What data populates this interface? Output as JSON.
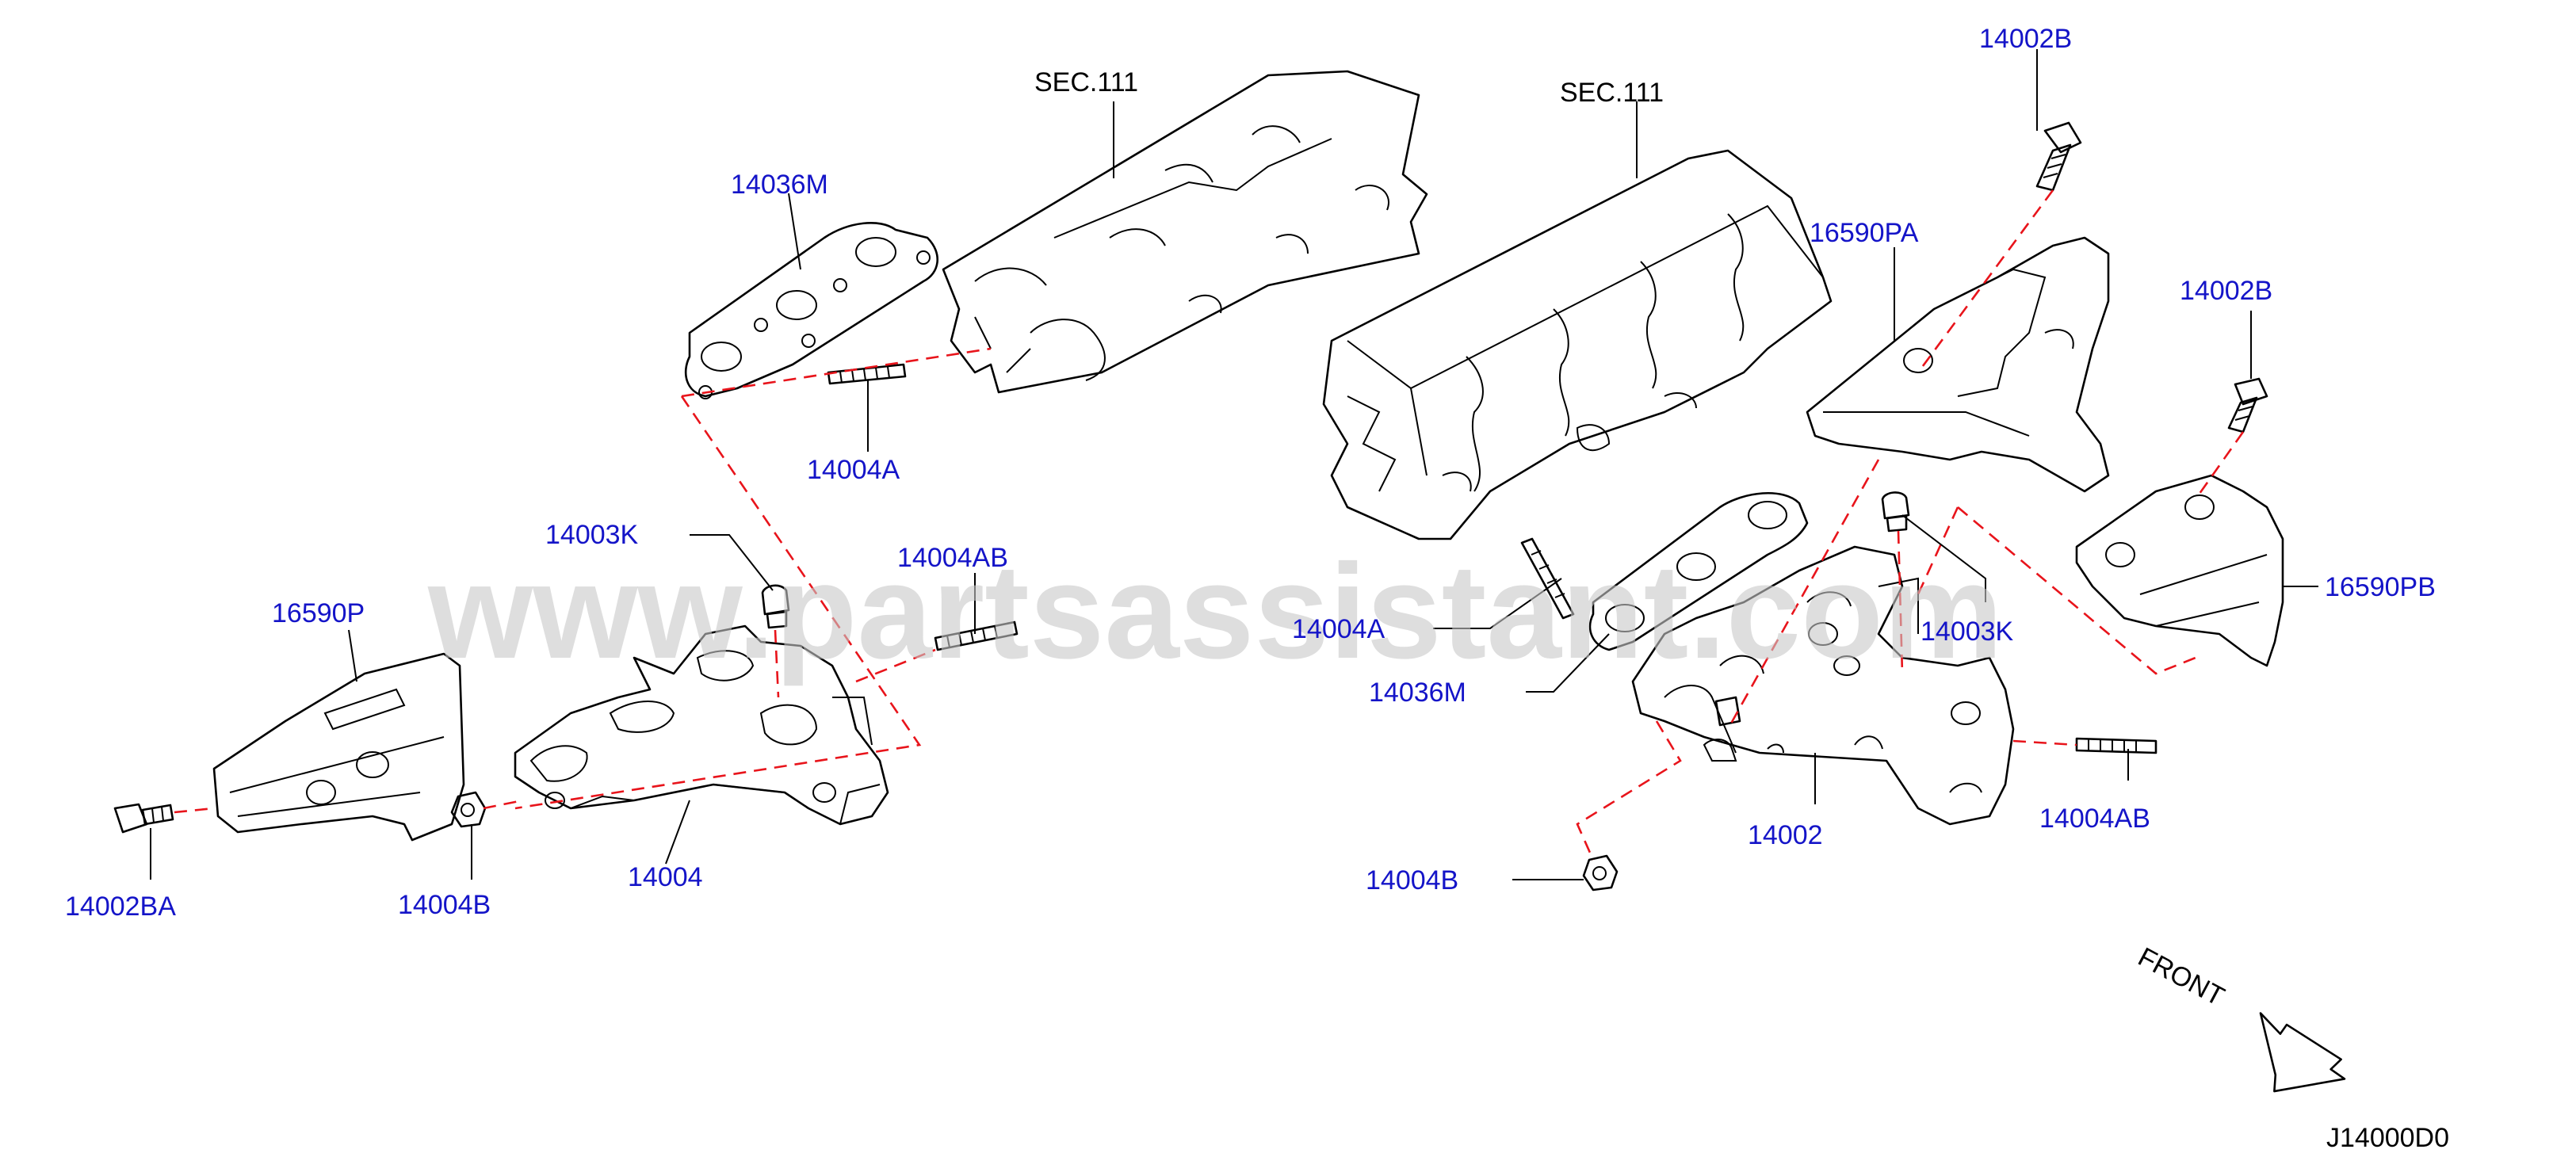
{
  "watermark": "www.partsassistant.com",
  "diagram_code": "J14000D0",
  "direction_label": "FRONT",
  "callouts": {
    "sec111_left": "SEC.111",
    "sec111_right": "SEC.111",
    "p14036M_left": "14036M",
    "p14004A_left": "14004A",
    "p14003K_left": "14003K",
    "p14004AB_left": "14004AB",
    "p16590P": "16590P",
    "p14002BA": "14002BA",
    "p14004B_left": "14004B",
    "p14004": "14004",
    "p14002B_top": "14002B",
    "p16590PA": "16590PA",
    "p14002B_right": "14002B",
    "p16590PB": "16590PB",
    "p14004A_right": "14004A",
    "p14003K_right": "14003K",
    "p14036M_right": "14036M",
    "p14004AB_right": "14004AB",
    "p14002": "14002",
    "p14004B_right": "14004B"
  },
  "colors": {
    "callout_text": "#1414c8",
    "alignment_dash": "#e8141b",
    "line_art": "#000000",
    "watermark": "#c8c8c8"
  }
}
